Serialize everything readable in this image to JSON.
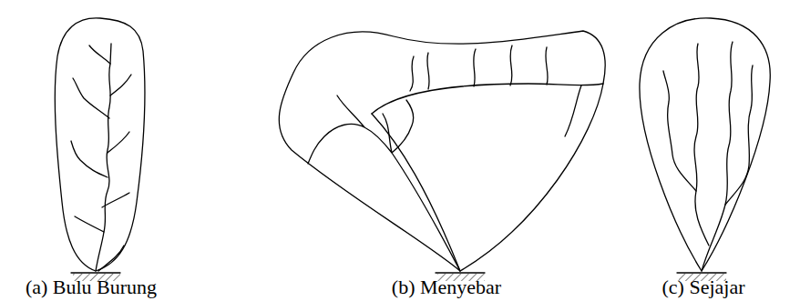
{
  "diagram": {
    "labels": [
      "(a) Bulu Burung",
      "(b) Menyebar",
      "(c) Sejajar"
    ]
  }
}
